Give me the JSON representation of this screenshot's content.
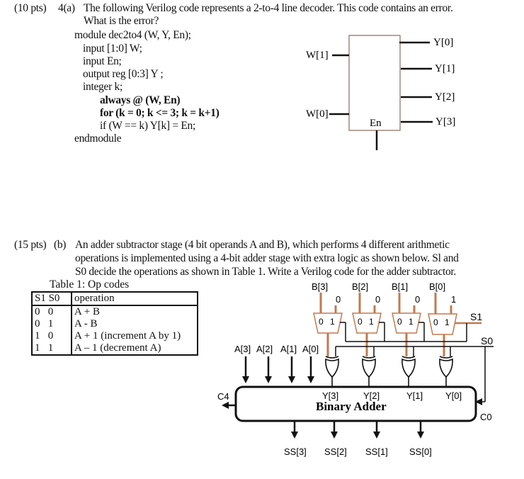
{
  "part_a": {
    "points": "(10 pts)",
    "label": "4(a)",
    "question_line1": "The following Verilog code represents a 2-to-4 line decoder. This code contains an error.",
    "question_line2": "What is the error?",
    "code": [
      "module dec2to4  (W, Y, En);",
      "input [1:0] W;",
      "input En;",
      "output reg [0:3]  Y ;",
      "integer k;",
      "always @ (W, En)",
      "for  (k = 0; k <= 3; k = k+1)",
      "if  (W == k)  Y[k] = En;",
      "endmodule"
    ],
    "decoder": {
      "inputs": [
        "W[1]",
        "W[0]"
      ],
      "outputs": [
        "Y[0]",
        "Y[1]",
        "Y[2]",
        "Y[3]"
      ],
      "enable": "En"
    }
  },
  "part_b": {
    "points": "(15 pts)",
    "label": "(b)",
    "question_lines": [
      "An adder subtractor stage (4 bit operands A and B), which performs 4 different arithmetic",
      "operations is implemented using a 4-bit adder stage with extra logic as shown below. Sl and",
      "S0 decide the operations as shown in Table 1. Write a Verilog code for the adder subtractor."
    ],
    "table": {
      "caption": "Table 1: Op codes",
      "headers": [
        "S1 S0",
        "operation"
      ],
      "rows": [
        {
          "s1": "0",
          "s0": "0",
          "op": "A + B"
        },
        {
          "s1": "0",
          "s0": "1",
          "op": "A - B"
        },
        {
          "s1": "1",
          "s0": "0",
          "op": "A + 1 (increment A by 1)"
        },
        {
          "s1": "1",
          "s0": "1",
          "op": "A – 1 (decrement A)"
        }
      ]
    },
    "circuit": {
      "b_inputs": [
        "B[3]",
        "B[2]",
        "B[1]",
        "B[0]"
      ],
      "mux_constants": [
        "0",
        "0",
        "0",
        "1"
      ],
      "mux_port0": "0",
      "mux_port1": "1",
      "select1": "S1",
      "select0": "S0",
      "a_inputs": [
        "A[3]",
        "A[2]",
        "A[1]",
        "A[0]"
      ],
      "y_labels": [
        "Y[3]",
        "Y[2]",
        "Y[1]",
        "Y[0]"
      ],
      "adder_title": "Binary Adder",
      "carry_out": "C4",
      "carry_in": "C0",
      "outputs": [
        "SS[3]",
        "SS[2]",
        "SS[1]",
        "SS[0]"
      ],
      "wire_color": "#c07a50"
    }
  }
}
